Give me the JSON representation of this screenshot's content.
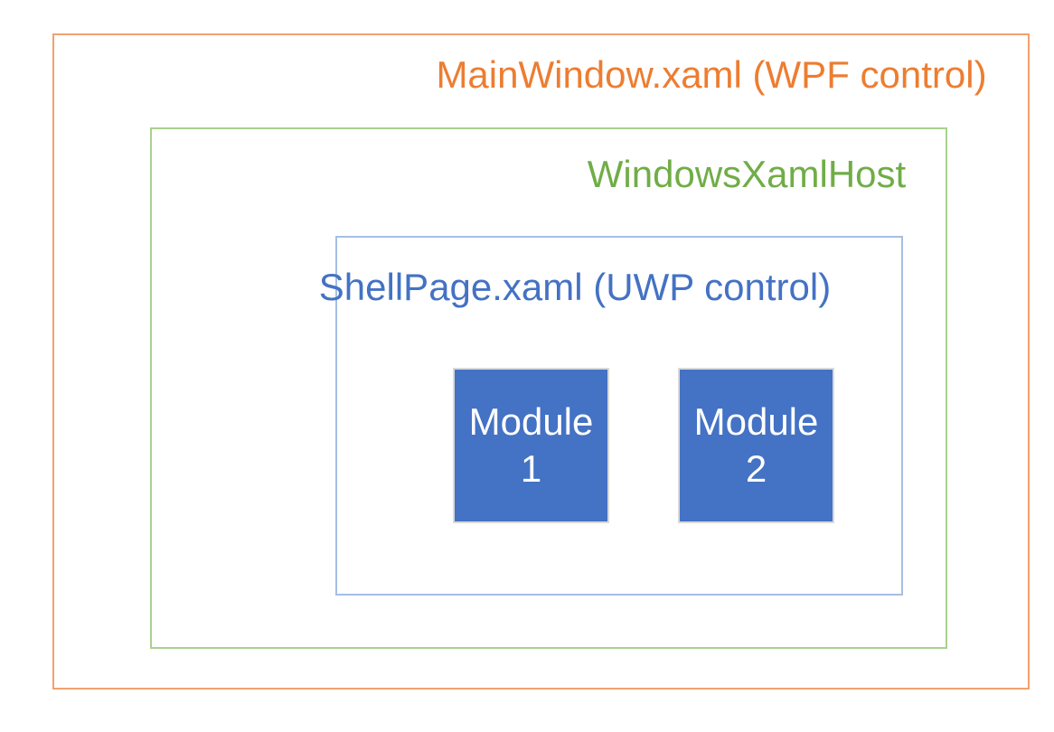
{
  "layers": {
    "main_window": {
      "label": "MainWindow.xaml (WPF control)",
      "text_color": "#ED7D31",
      "border_color": "#F2A16E"
    },
    "xaml_host": {
      "label": "WindowsXamlHost",
      "text_color": "#70AD47",
      "border_color": "#A9D18E"
    },
    "shell_page": {
      "label": "ShellPage.xaml (UWP control)",
      "text_color": "#4472C4",
      "border_color": "#A6BFE2"
    }
  },
  "modules": [
    {
      "label": "Module 1"
    },
    {
      "label": "Module 2"
    }
  ],
  "module_style": {
    "fill": "#4472C4",
    "border": "#D9D9D9",
    "text_color": "#FFFFFF"
  },
  "background": "#FFFFFF"
}
